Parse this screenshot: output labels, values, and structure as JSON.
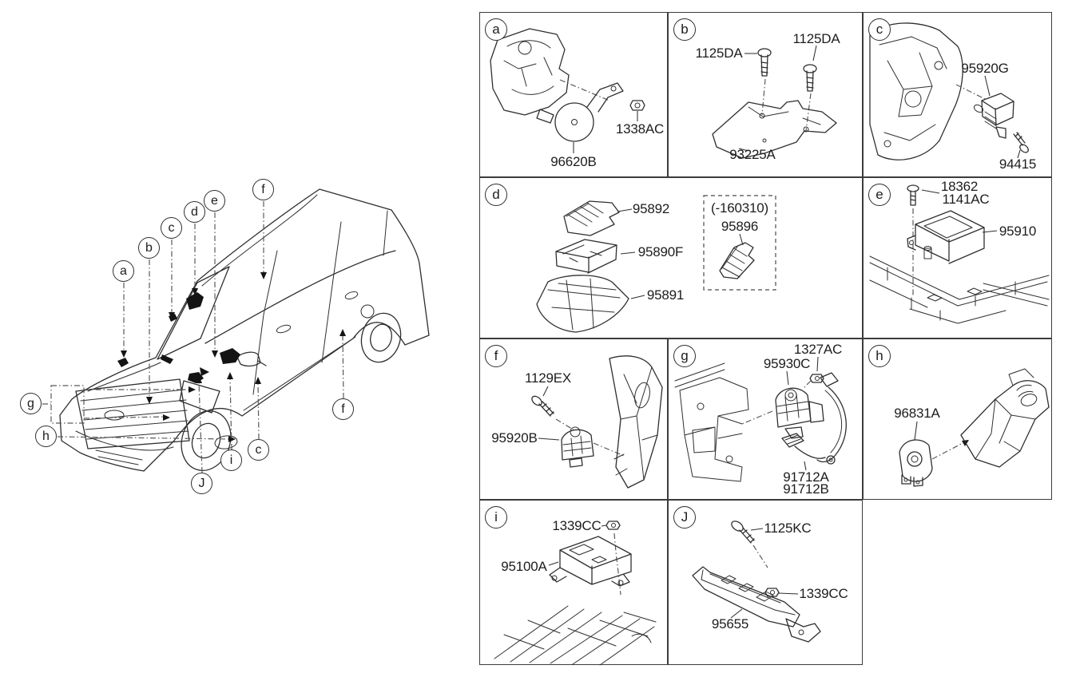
{
  "diagram": {
    "colors": {
      "line": "#2f2f2f",
      "leader": "#5a5a5a",
      "background": "#ffffff"
    },
    "vehicle_callouts": [
      "a",
      "b",
      "c",
      "d",
      "e",
      "f",
      "f",
      "g",
      "h",
      "i",
      "c",
      "J"
    ],
    "panels": {
      "a": {
        "badge": "a",
        "part_main": "96620B",
        "part_nut": "1338AC"
      },
      "b": {
        "badge": "b",
        "part_bolt_left": "1125DA",
        "part_bolt_right": "1125DA",
        "part_main": "93225A"
      },
      "c": {
        "badge": "c",
        "part_main": "95920G",
        "part_screw": "94415"
      },
      "d": {
        "badge": "d",
        "part_top": "95892",
        "part_mid": "95890F",
        "part_bottom": "95891",
        "variant_note": "(-160310)",
        "variant_part": "95896"
      },
      "e": {
        "badge": "e",
        "part_bolt_1": "18362",
        "part_bolt_2": "1141AC",
        "part_main": "95910"
      },
      "f": {
        "badge": "f",
        "part_bolt": "1129EX",
        "part_main": "95920B"
      },
      "g": {
        "badge": "g",
        "part_nut": "1327AC",
        "part_main": "95930C",
        "part_wire_1": "91712A",
        "part_wire_2": "91712B"
      },
      "h": {
        "badge": "h",
        "part_main": "96831A"
      },
      "i": {
        "badge": "i",
        "part_nut": "1339CC",
        "part_main": "95100A"
      },
      "j": {
        "badge": "J",
        "part_bolt": "1125KC",
        "part_nut": "1339CC",
        "part_main": "95655"
      }
    }
  }
}
